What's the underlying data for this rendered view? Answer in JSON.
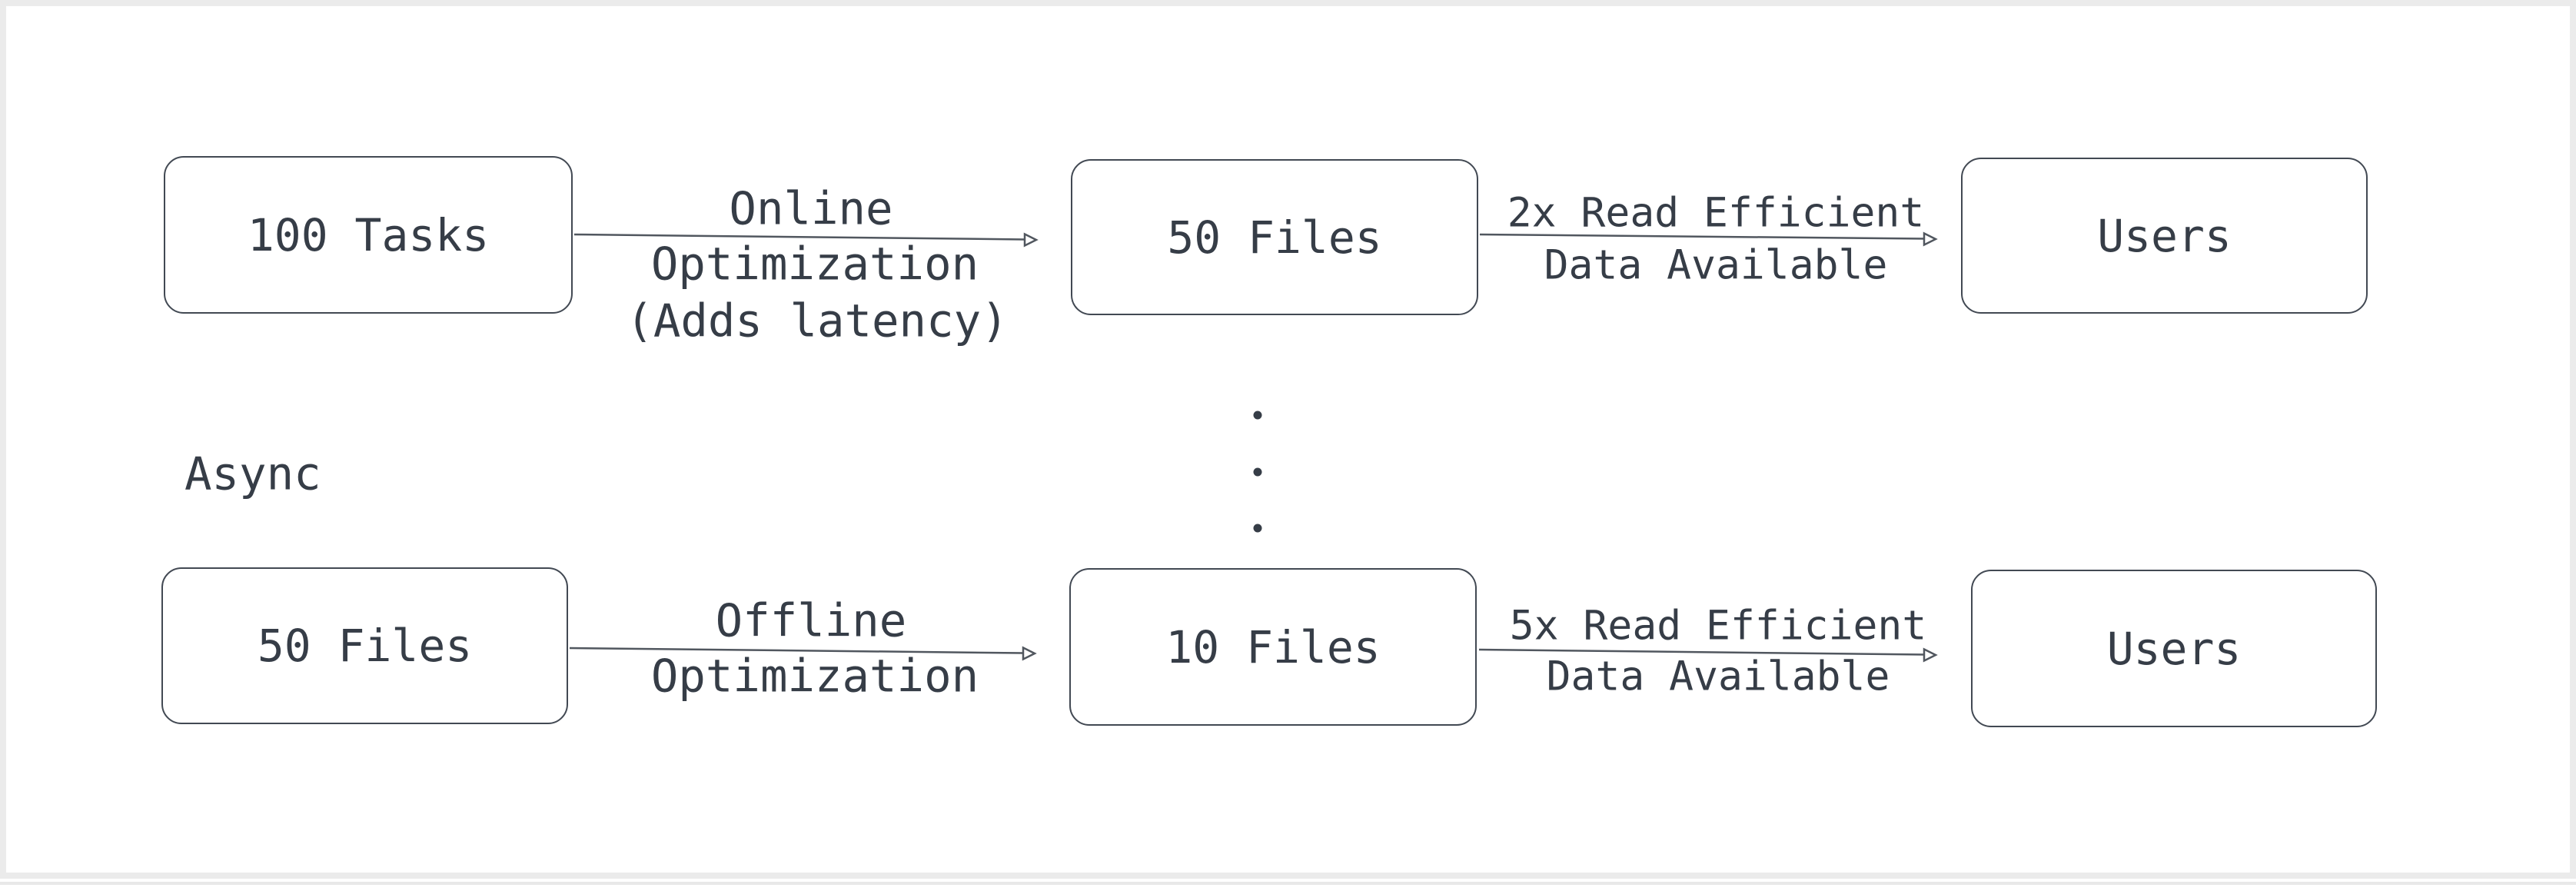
{
  "nodes": {
    "a": "100 Tasks",
    "b": "50 Files",
    "c": "Users",
    "d": "50 Files",
    "e": "10 Files",
    "f": "Users"
  },
  "edges": {
    "e1": {
      "l1": "Online",
      "l2": "Optimization",
      "l3": "(Adds latency)"
    },
    "e2": {
      "l1": "2x Read Efficient",
      "l2": "Data Available"
    },
    "e3": {
      "l1": "Offline",
      "l2": "Optimization"
    },
    "e4": {
      "l1": "5x Read Efficient",
      "l2": "Data Available"
    }
  },
  "labels": {
    "async": "Async",
    "ellipsis": "vertical-dots"
  },
  "colors": {
    "ink": "#363d47",
    "box_border": "#424953",
    "arrow": "#51575f",
    "card_border": "#ebebeb",
    "card_background": "#ffffff"
  }
}
